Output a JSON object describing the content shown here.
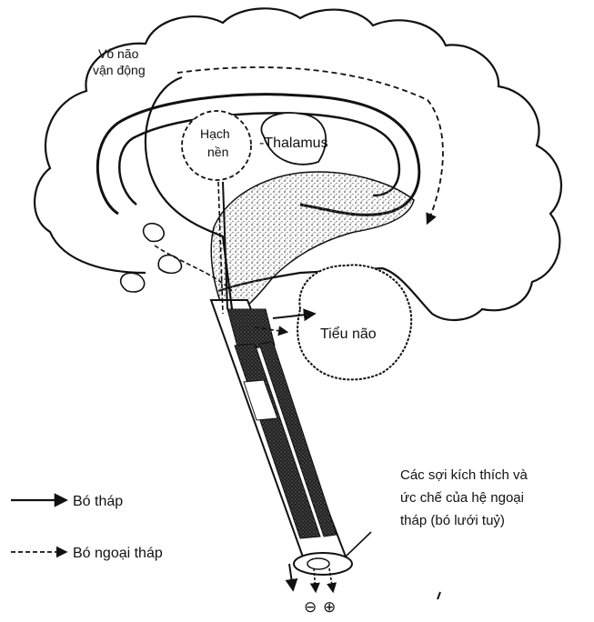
{
  "labels": {
    "motor_cortex_line1": "Vỏ não",
    "motor_cortex_line2": "vận động",
    "basal_ganglia_line1": "Hạch",
    "basal_ganglia_line2": "nền",
    "thalamus": "-Thalamus",
    "cerebellum": "Tiểu não",
    "fibers_line1": "Các sợi kích thích và",
    "fibers_line2": "ức chế của hệ ngoại",
    "fibers_line3": "tháp (bó lưới tuỷ)",
    "minus_sign": "⊖",
    "plus_sign": "⊕"
  },
  "legend": {
    "pyramidal": "Bó tháp",
    "extrapyramidal": "Bó ngoại tháp"
  },
  "colors": {
    "ink": "#111111",
    "stipple": "#8a8a8a",
    "background": "#ffffff"
  }
}
